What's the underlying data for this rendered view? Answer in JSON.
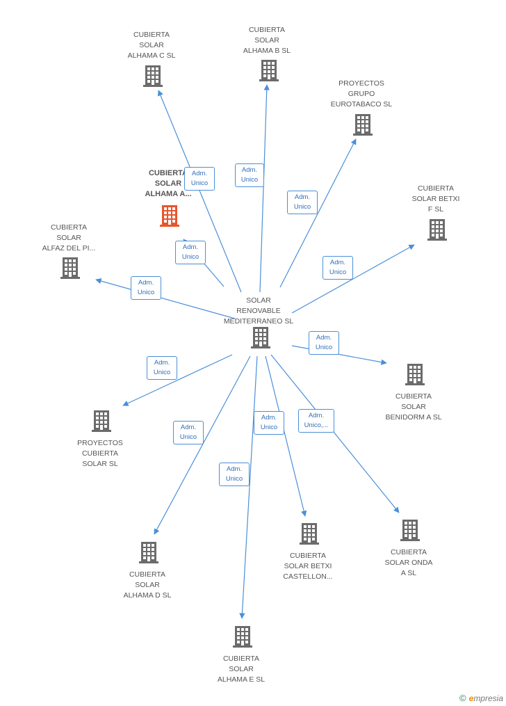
{
  "colors": {
    "edge": "#4a8fd8",
    "building": "#6b6b6b",
    "focus_building": "#e8552b",
    "label": "#555555"
  },
  "center": {
    "label": "SOLAR\nRENOVABLE\nMEDITERRANEO SL",
    "icon": "building-icon"
  },
  "nodes": [
    {
      "id": "alhama-c",
      "label": "CUBIERTA\nSOLAR\nALHAMA C SL",
      "icon": "building-icon",
      "focus": false
    },
    {
      "id": "alhama-b",
      "label": "CUBIERTA\nSOLAR\nALHAMA B SL",
      "icon": "building-icon",
      "focus": false
    },
    {
      "id": "eurotabaco",
      "label": "PROYECTOS\nGRUPO\nEUROTABACO SL",
      "icon": "building-icon",
      "focus": false
    },
    {
      "id": "alhama-a",
      "label": "CUBIERTA\nSOLAR\nALHAMA A...",
      "icon": "building-icon",
      "focus": true
    },
    {
      "id": "betxi-f",
      "label": "CUBIERTA\nSOLAR BETXI\nF SL",
      "icon": "building-icon",
      "focus": false
    },
    {
      "id": "alfaz",
      "label": "CUBIERTA\nSOLAR\nALFAZ DEL PI...",
      "icon": "building-icon",
      "focus": false
    },
    {
      "id": "benidorm",
      "label": "CUBIERTA\nSOLAR\nBENIDORM A  SL",
      "icon": "building-icon",
      "focus": false
    },
    {
      "id": "proyectos-cubierta",
      "label": "PROYECTOS\nCUBIERTA\nSOLAR  SL",
      "icon": "building-icon",
      "focus": false
    },
    {
      "id": "onda",
      "label": "CUBIERTA\nSOLAR ONDA\nA SL",
      "icon": "building-icon",
      "focus": false
    },
    {
      "id": "alhama-d",
      "label": "CUBIERTA\nSOLAR\nALHAMA D SL",
      "icon": "building-icon",
      "focus": false
    },
    {
      "id": "betxi-castellon",
      "label": "CUBIERTA\nSOLAR BETXI\nCASTELLON...",
      "icon": "building-icon",
      "focus": false
    },
    {
      "id": "alhama-e",
      "label": "CUBIERTA\nSOLAR\nALHAMA E SL",
      "icon": "building-icon",
      "focus": false
    }
  ],
  "edges": [
    {
      "target": "alhama-c",
      "label": "Adm.\nUnico"
    },
    {
      "target": "alhama-b",
      "label": "Adm.\nUnico"
    },
    {
      "target": "eurotabaco",
      "label": "Adm.\nUnico"
    },
    {
      "target": "alhama-a",
      "label": "Adm.\nUnico"
    },
    {
      "target": "betxi-f",
      "label": "Adm.\nUnico"
    },
    {
      "target": "alfaz",
      "label": "Adm.\nUnico"
    },
    {
      "target": "benidorm",
      "label": "Adm.\nUnico"
    },
    {
      "target": "proyectos-cubierta",
      "label": "Adm.\nUnico"
    },
    {
      "target": "onda",
      "label": "Adm.\nUnico,..."
    },
    {
      "target": "alhama-d",
      "label": "Adm.\nUnico"
    },
    {
      "target": "betxi-castellon",
      "label": "Adm.\nUnico"
    },
    {
      "target": "alhama-e",
      "label": "Adm.\nUnico"
    }
  ],
  "footer": {
    "copyright_symbol": "©",
    "brand_initial": "e",
    "brand_rest": "mpresia"
  }
}
